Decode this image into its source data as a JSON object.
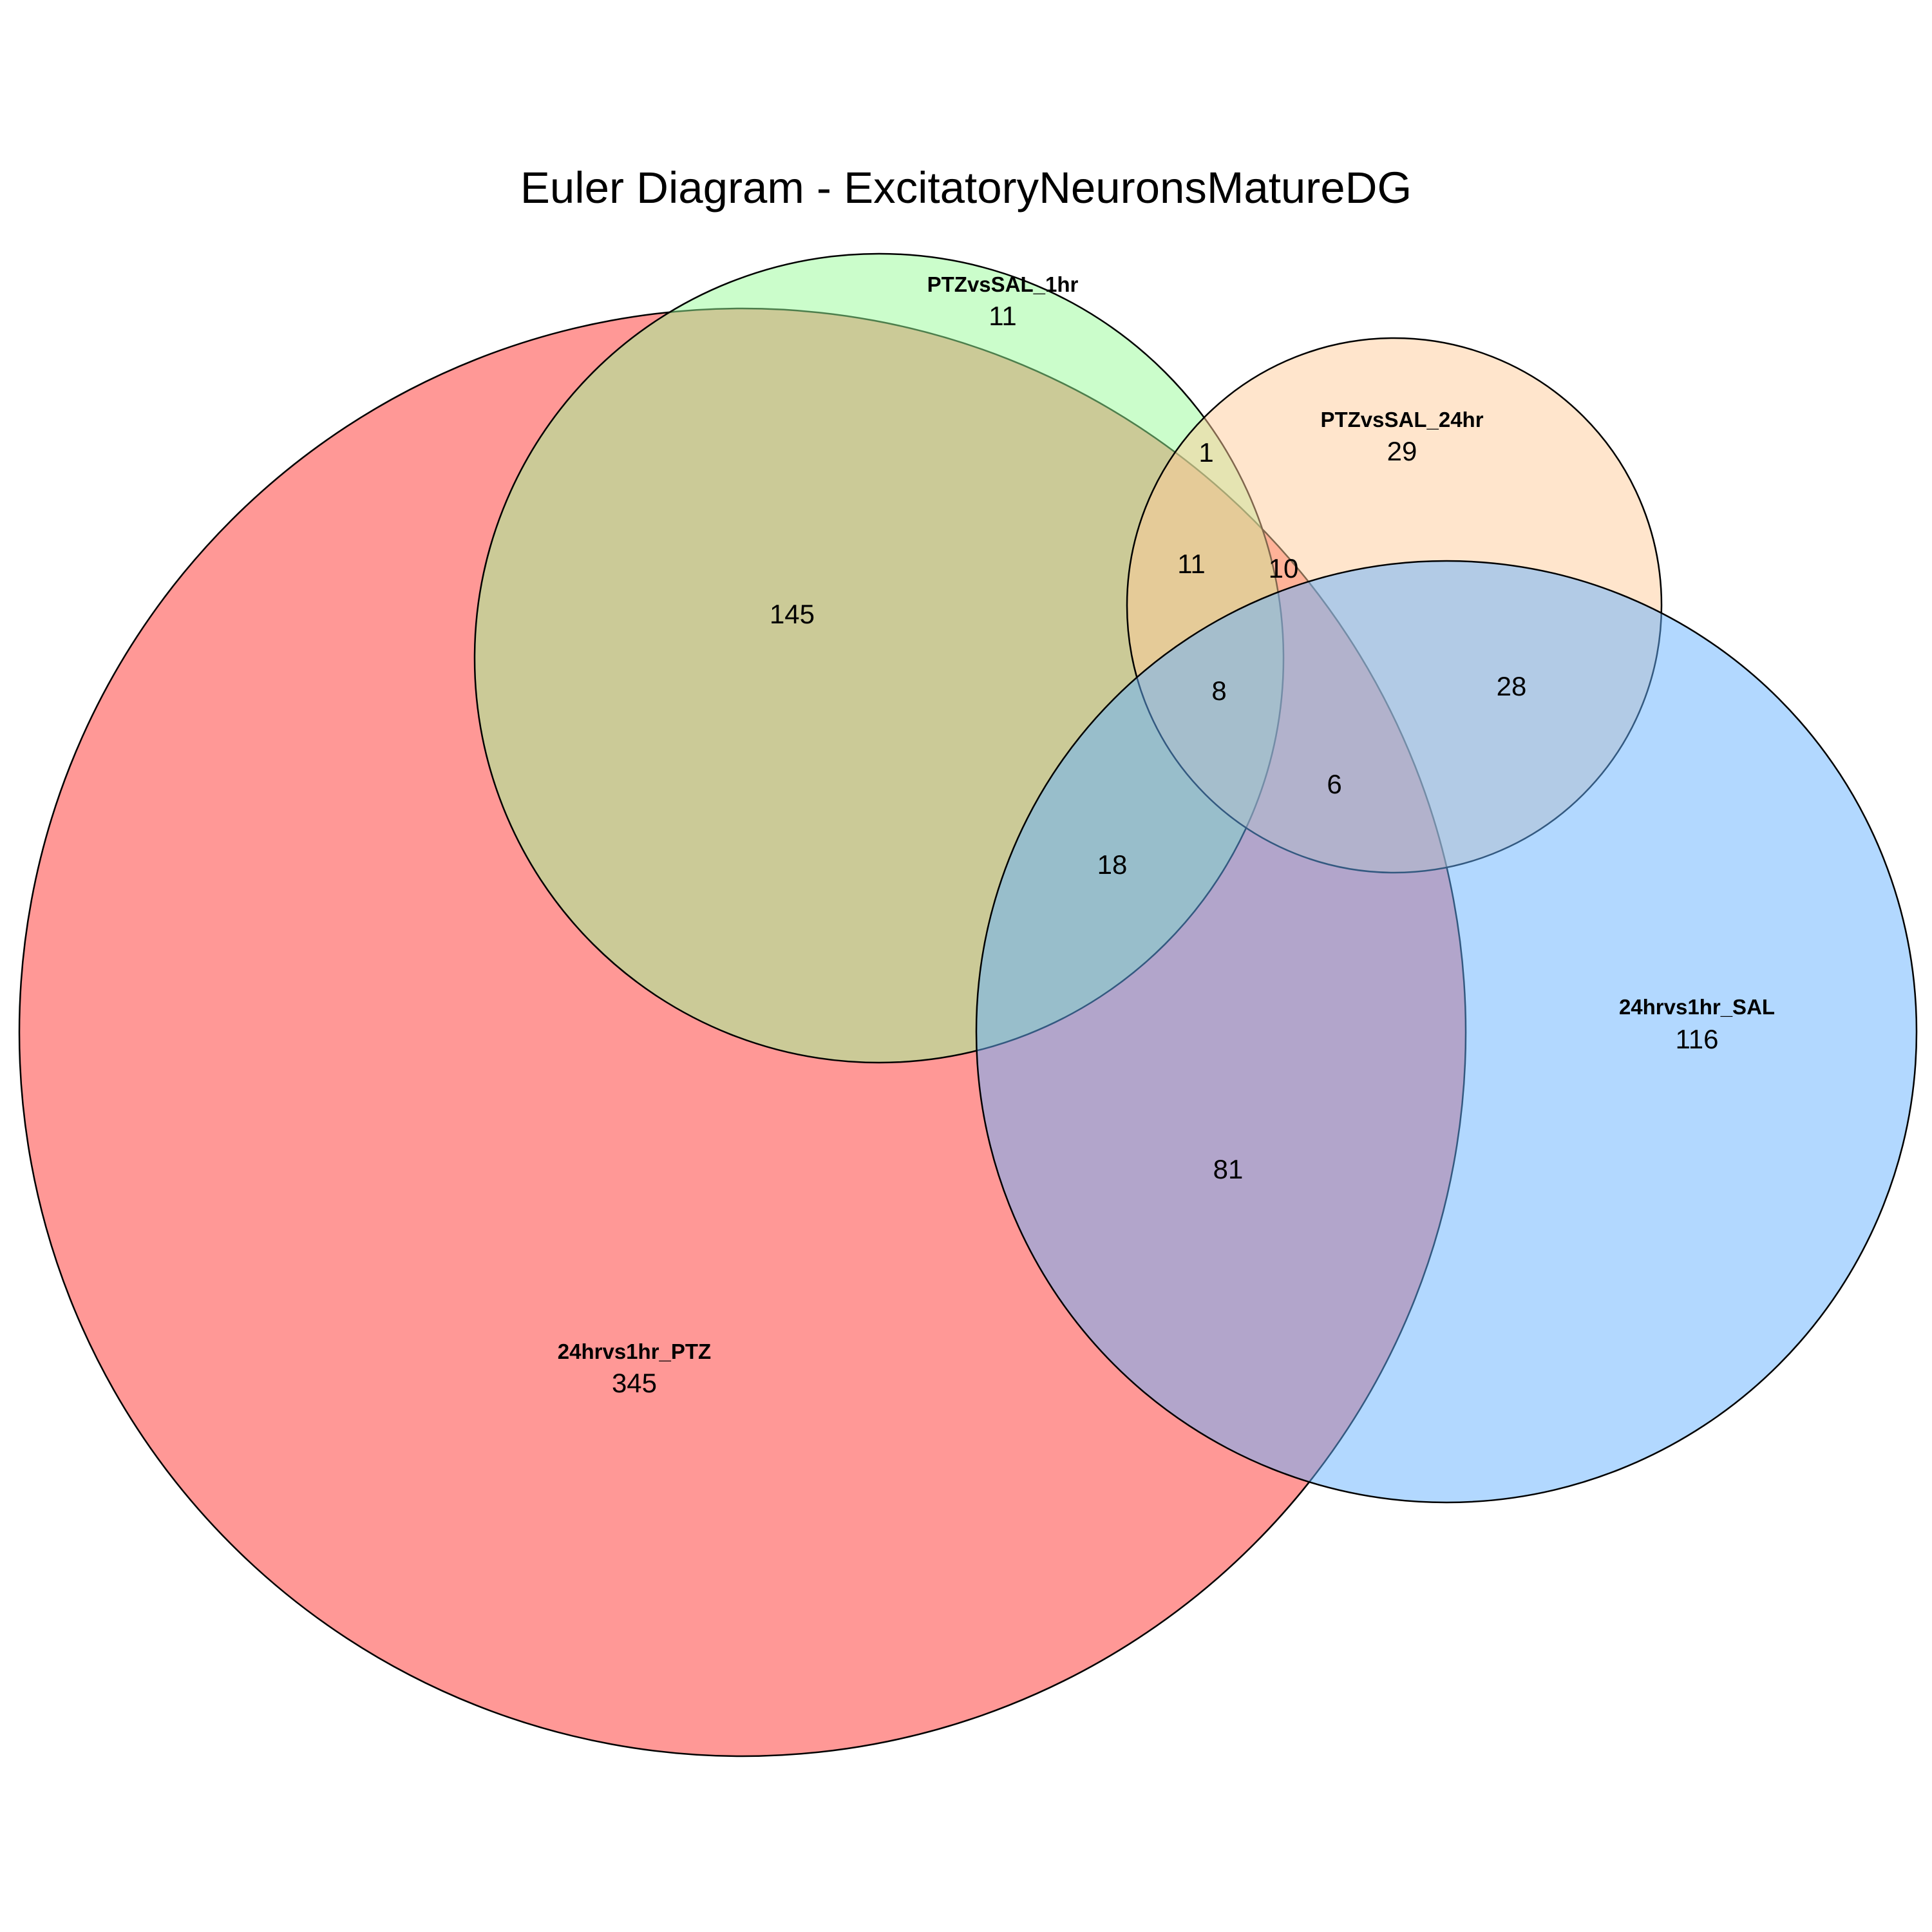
{
  "title": "Euler Diagram - ExcitatoryNeuronsMatureDG",
  "colors": {
    "set_24hrvs1hr_PTZ": "#FF9896",
    "set_PTZvsSAL_1hr": "#98FB98",
    "set_PTZvsSAL_24hr": "#FFCC99",
    "set_24hrvs1hr_SAL": "#66B2FF"
  },
  "sets": [
    {
      "id": "ptz24vs1",
      "name": "24hrvs1hr_PTZ",
      "count": "345"
    },
    {
      "id": "ptzsal1",
      "name": "PTZvsSAL_1hr",
      "count": "11"
    },
    {
      "id": "ptzsal24",
      "name": "PTZvsSAL_24hr",
      "count": "29"
    },
    {
      "id": "sal24vs1",
      "name": "24hrvs1hr_SAL",
      "count": "116"
    }
  ],
  "regions": {
    "ptz24vs1_ptzsal1": "145",
    "ptz24vs1_ptzsal1_ptzsal24": "11",
    "ptzsal1_ptzsal24": "1",
    "ptz24vs1_ptzsal24": "10",
    "ptz24vs1_ptzsal1_ptzsal24_sal24vs1": "8",
    "ptz24vs1_ptzsal24_sal24vs1": "6",
    "ptzsal24_sal24vs1": "28",
    "ptz24vs1_ptzsal1_sal24vs1": "18",
    "ptz24vs1_sal24vs1": "81"
  }
}
